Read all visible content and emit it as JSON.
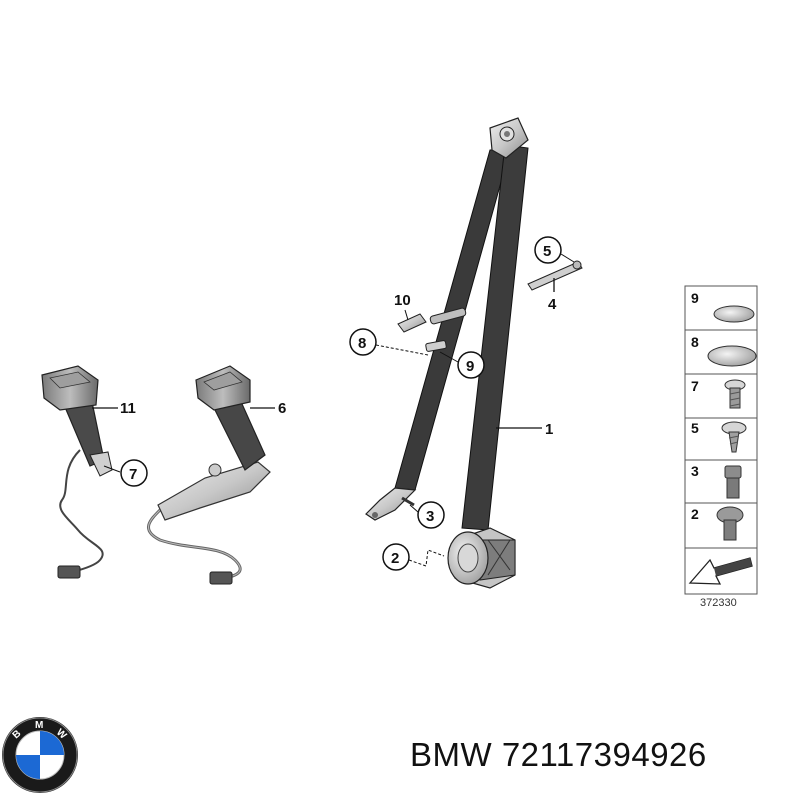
{
  "caption": "BMW 72117394926",
  "diagram_number": "372330",
  "callouts": {
    "belt": "1",
    "screw_at_retractor": "2",
    "screw_lower_anchor": "3",
    "bracket": "4",
    "bracket_screw": "5",
    "buckle_right": "6",
    "buckle_screw": "7",
    "stopper_lower": "8",
    "stopper_ring": "9",
    "stop_button": "10",
    "buckle_left": "11"
  },
  "fastener_table": [
    "9",
    "8",
    "7",
    "5",
    "3",
    "2"
  ],
  "colors": {
    "belt": "#3a3a3a",
    "metal": "#c9c9c9",
    "metal_dark": "#8d8d8d",
    "outline": "#333333",
    "logo_blue": "#1c69d4",
    "logo_ring": "#1a1a1a"
  },
  "logo": {
    "letters": [
      "B",
      "M",
      "W"
    ]
  }
}
